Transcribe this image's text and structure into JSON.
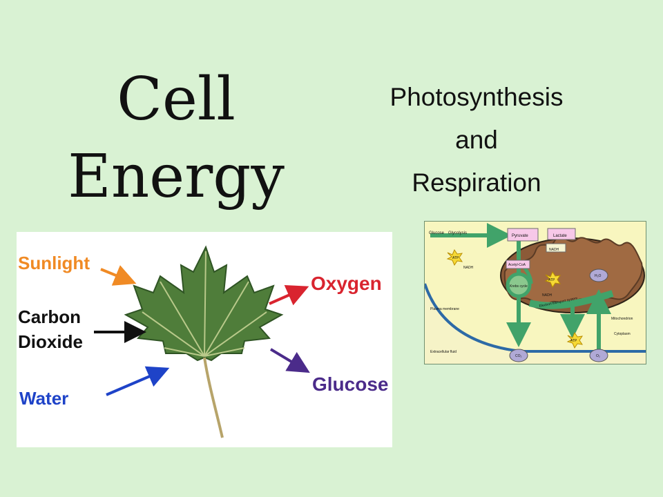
{
  "slide": {
    "title_lines": [
      "Cell",
      "Energy"
    ],
    "subtitle_lines": [
      "Photosynthesis",
      "and",
      "Respiration"
    ]
  },
  "photosynthesis_diagram": {
    "inputs": [
      "Sunlight",
      "Carbon",
      "Dioxide",
      "Water"
    ],
    "outputs": [
      "Oxygen",
      "Glucose"
    ],
    "colors": {
      "sunlight": "#f08a24",
      "carbon_dioxide": "#111111",
      "water": "#1e43c8",
      "oxygen": "#d9242f",
      "glucose": "#4b2b8a",
      "leaf": "#4f7d3a"
    }
  },
  "respiration_diagram": {
    "labels": {
      "glucose": "Glucose",
      "glycolysis": "Glycolysis",
      "pyruvate": "Pyruvate",
      "lactate": "Lactate",
      "atp_1": "ATP",
      "nadh_1": "NADH",
      "nadh_2": "NADH",
      "acetyl_coa": "Acetyl-CoA",
      "krebs": "Krebs cycle",
      "atp_2": "ATP",
      "nadh_3": "NADH",
      "electron_transport": "Electron transport system",
      "atp_3": "ATP",
      "h2o": "H₂O",
      "plasma_membrane": "Plasma membrane",
      "mitochondrion": "Mitochondrion",
      "cytoplasm": "Cytoplasm",
      "extracellular": "Extracellular fluid",
      "co2": "CO₂",
      "o2": "O₂"
    }
  }
}
